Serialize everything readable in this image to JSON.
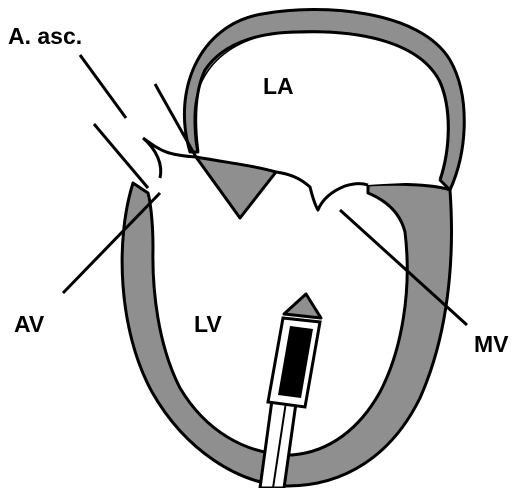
{
  "labels": {
    "ascending_aorta": "A. asc.",
    "left_atrium": "LA",
    "left_ventricle": "LV",
    "aortic_valve": "AV",
    "mitral_valve": "MV"
  },
  "colors": {
    "background": "#ffffff",
    "wall_fill": "#8f8f8f",
    "outline": "#000000",
    "probe_core": "#000000"
  }
}
